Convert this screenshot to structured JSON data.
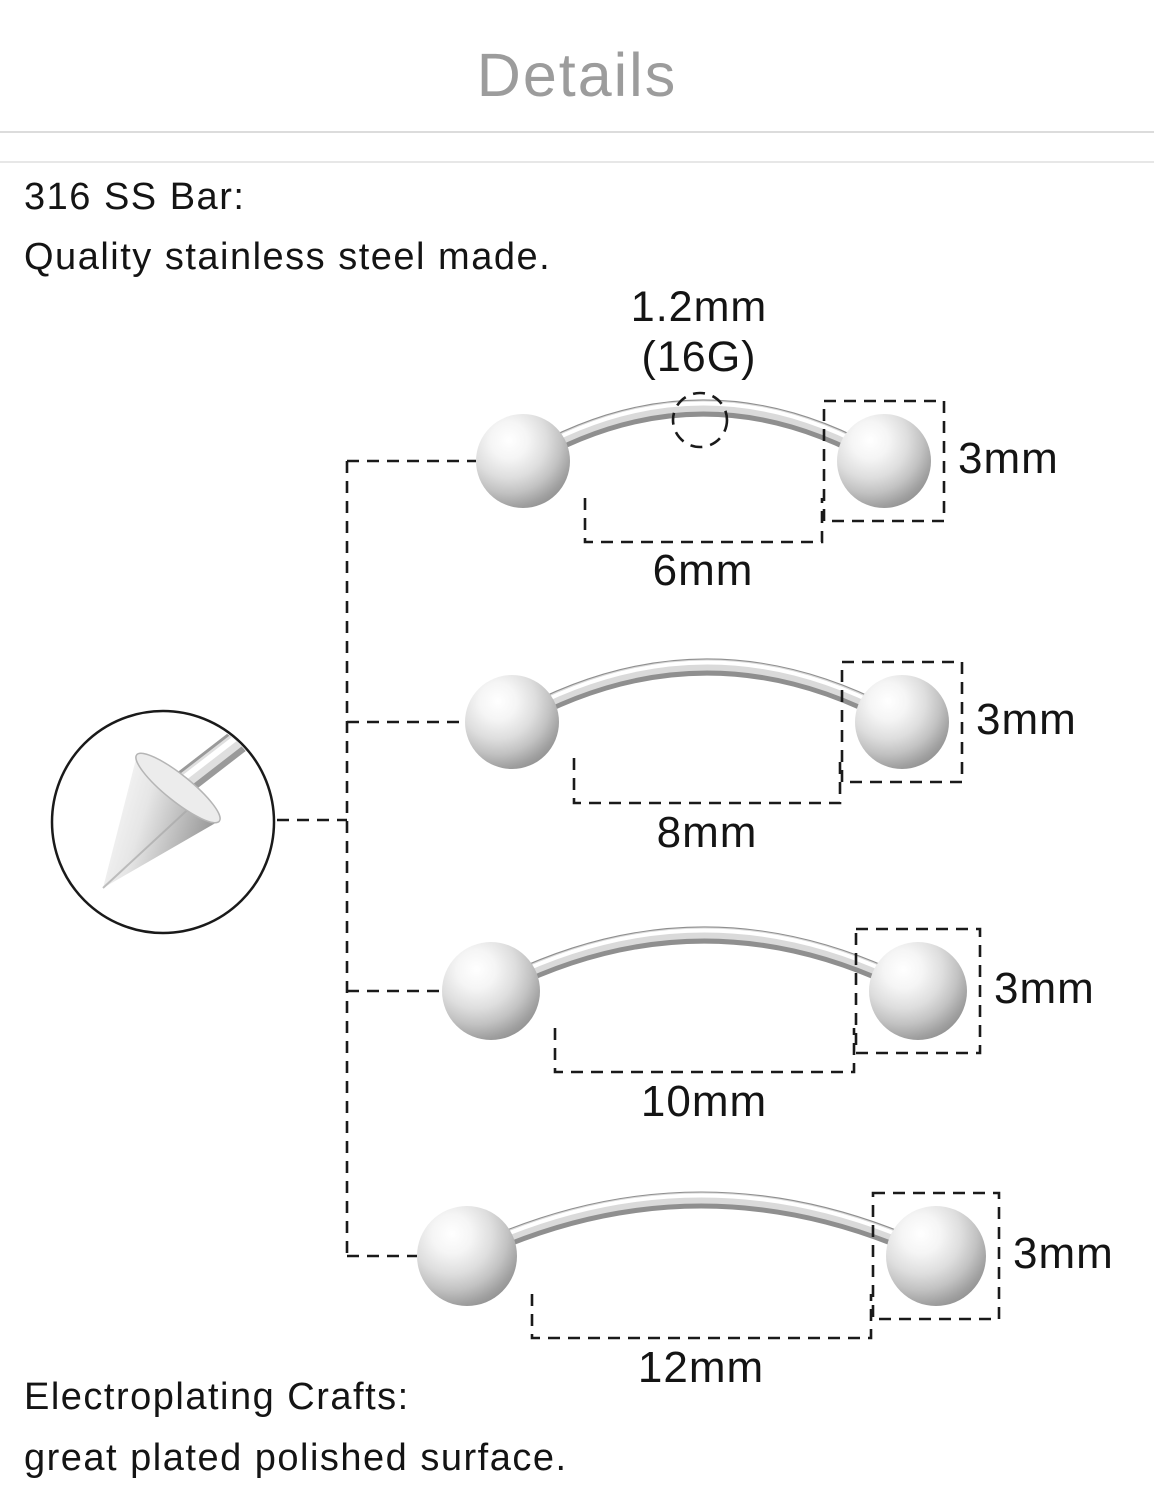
{
  "page": {
    "title": "Details"
  },
  "description_top": {
    "line1": "316 SS Bar:",
    "line2": "Quality stainless steel made."
  },
  "gauge_annotation": {
    "size": "1.2mm",
    "gauge": "(16G)"
  },
  "barbells": [
    {
      "bar_length": "6mm",
      "ball_size": "3mm"
    },
    {
      "bar_length": "8mm",
      "ball_size": "3mm"
    },
    {
      "bar_length": "10mm",
      "ball_size": "3mm"
    },
    {
      "bar_length": "12mm",
      "ball_size": "3mm"
    }
  ],
  "description_bottom": {
    "line1": "Electroplating Crafts:",
    "line2": "great plated polished surface."
  },
  "colors": {
    "title_text": "#9c9c9c",
    "body_text": "#141414",
    "annotation_lines": "#1a1a1a",
    "metal_light": "#ffffff",
    "metal_dark": "#8e8e8e"
  }
}
